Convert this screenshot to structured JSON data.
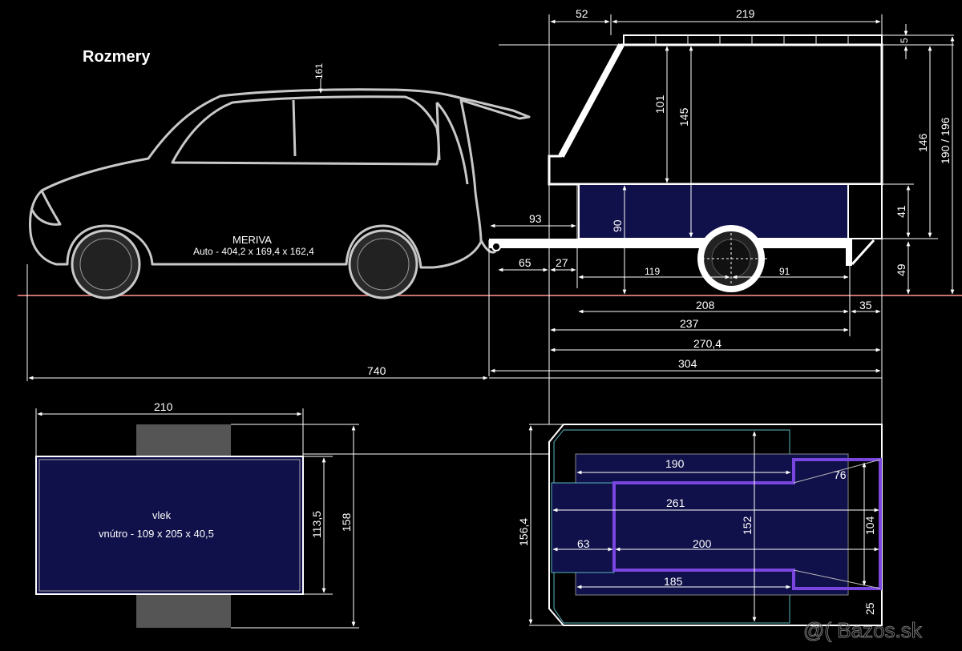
{
  "title": "Rozmery",
  "car": {
    "name": "MERIVA",
    "dims": "Auto - 404,2 x 169,4 x 162,4"
  },
  "trailer_top": {
    "name": "vlek",
    "dims": "vnútro - 109 x 205 x 40,5"
  },
  "side_dims": {
    "d52": "52",
    "d219": "219",
    "d5": "5",
    "d161": "161",
    "d101": "101",
    "d145": "145",
    "d146": "146",
    "d190_196": "190 / 196",
    "d93": "93",
    "d90": "90",
    "d41": "41",
    "d65": "65",
    "d27": "27",
    "d119": "119",
    "d91": "91",
    "d49": "49",
    "d208": "208",
    "d35": "35",
    "d237": "237",
    "d270_4": "270,4",
    "d740": "740",
    "d304": "304"
  },
  "front_dims": {
    "d210": "210",
    "d113_5": "113,5",
    "d158": "158"
  },
  "top_dims": {
    "d156_4": "156,4",
    "d190": "190",
    "d76": "76",
    "d261": "261",
    "d152": "152",
    "d104": "104",
    "d63": "63",
    "d200": "200",
    "d185": "185",
    "d25": "25"
  },
  "watermark": "@( Bazos.sk",
  "colors": {
    "background": "#000000",
    "body": "#10104a",
    "ground": "#c8706e",
    "purple": "#7a46e0",
    "cyan": "#59b8c0"
  }
}
